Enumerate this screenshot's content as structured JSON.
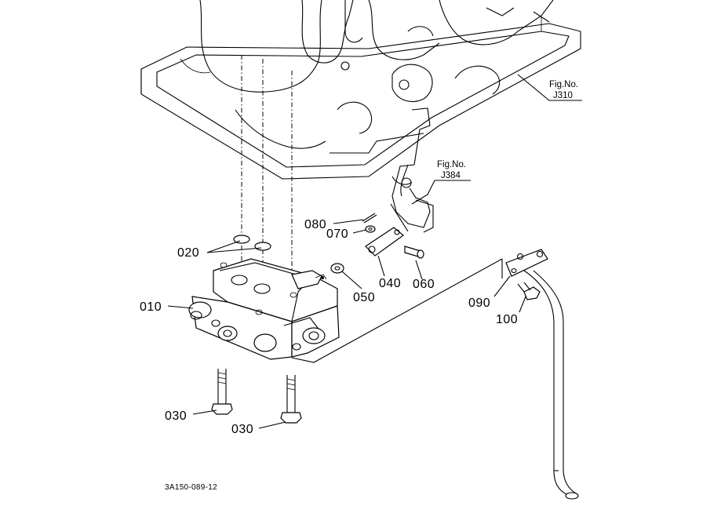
{
  "figure_refs": [
    {
      "line1": "Fig.No.",
      "line2": "J310"
    },
    {
      "line1": "Fig.No.",
      "line2": "J384"
    }
  ],
  "callouts": {
    "p010": "010",
    "p020": "020",
    "p030a": "030",
    "p030b": "030",
    "p040": "040",
    "p050": "050",
    "p060": "060",
    "p070": "070",
    "p080": "080",
    "p090": "090",
    "p100": "100"
  },
  "drawing_code": "3A150-089-12"
}
